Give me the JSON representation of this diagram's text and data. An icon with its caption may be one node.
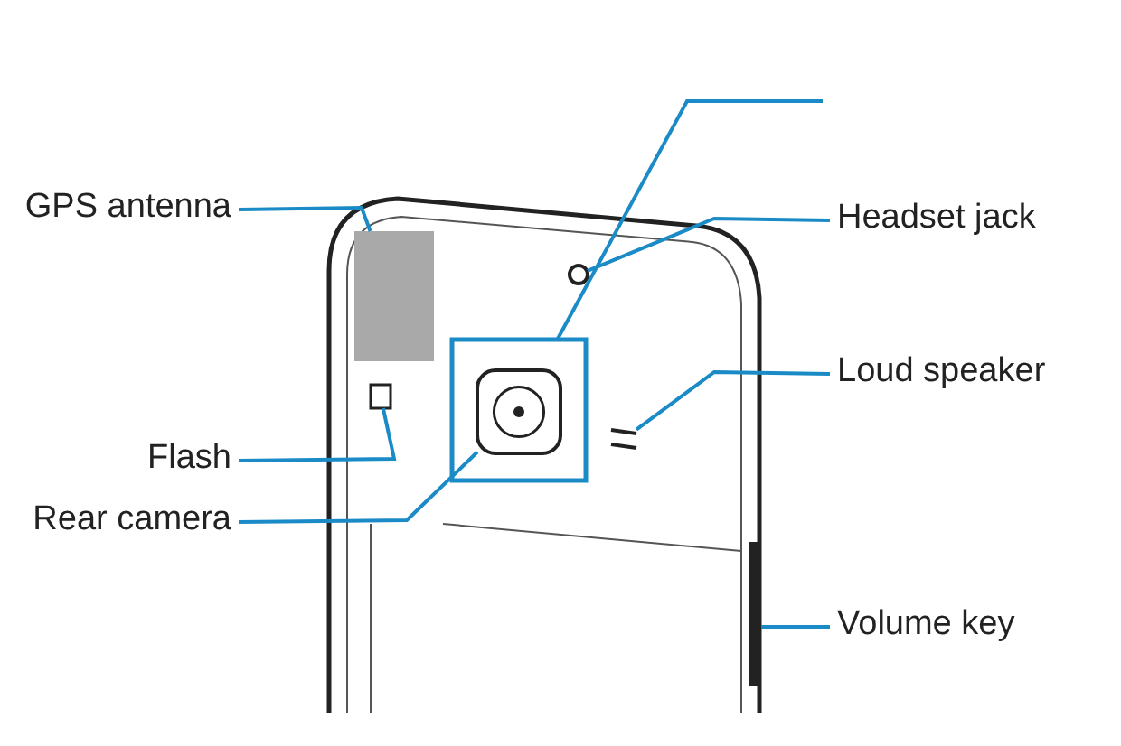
{
  "diagram": {
    "nodes": [
      {
        "text": [
          "GPS antenna"
        ]
      },
      {
        "text": [
          "Headset jack"
        ]
      },
      {
        "text": [
          "Loud speaker"
        ]
      },
      {
        "text": [
          "Flash"
        ]
      },
      {
        "text": [
          "Rear camera"
        ]
      },
      {
        "text": [
          "Volume key"
        ]
      },
      {
        "text": [],
        "shape": "box"
      },
      {
        "text": [],
        "shape": "box"
      },
      {
        "text": [],
        "shape": "circle"
      },
      {
        "text": [],
        "shape": "lines"
      },
      {
        "text": [],
        "shape": "box"
      },
      {
        "text": [],
        "shape": "box",
        "in": 7
      },
      {
        "text": [],
        "shape": "bar"
      }
    ],
    "edges": [
      {
        "from": null,
        "to": 7,
        "arrow": "none"
      },
      {
        "from": 0,
        "to": 6,
        "arrow": "none"
      },
      {
        "from": 1,
        "to": 8,
        "arrow": "none"
      },
      {
        "from": 2,
        "to": 9,
        "arrow": "none"
      },
      {
        "from": 3,
        "to": 10,
        "arrow": "none"
      },
      {
        "from": 4,
        "to": 11,
        "arrow": "none"
      },
      {
        "from": 5,
        "to": 12,
        "arrow": "none"
      }
    ]
  }
}
